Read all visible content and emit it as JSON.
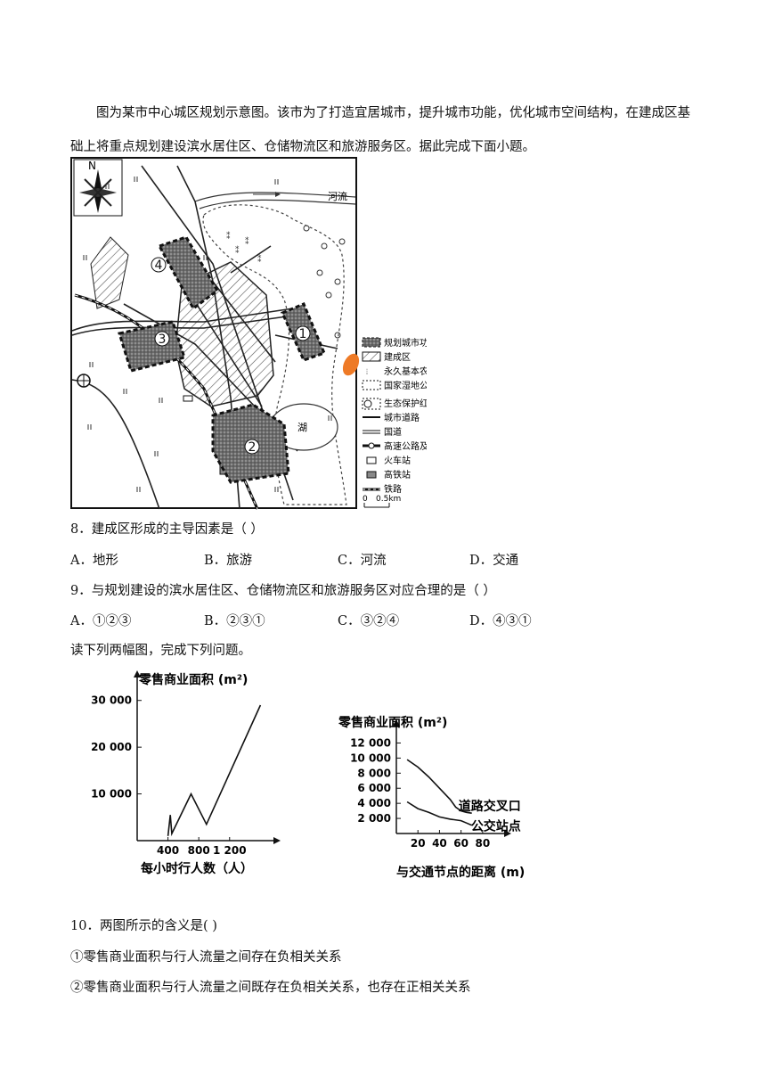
{
  "intro": "图为某市中心城区规划示意图。该市为了打造宜居城市，提升城市功能，优化城市空间结构，在建成区基础上将重点规划建设滨水居住区、仓储物流区和旅游服务区。据此完成下面小题。",
  "map": {
    "north_label": "N",
    "river_label": "河流",
    "lake_label": "湖",
    "zones": [
      "1",
      "2",
      "3",
      "4"
    ],
    "scale": {
      "zero": "0",
      "dist": "0.5km"
    },
    "legend": [
      "规划城市功能区",
      "建成区",
      "永久基本农田",
      "国家湿地公园",
      "生态保护红线范围",
      "城市道路",
      "国道",
      "高速公路及出入口",
      "火车站",
      "高铁站",
      "铁路"
    ]
  },
  "q8": {
    "stem": "8．建成区形成的主导因素是（    ）",
    "options": [
      "A．地形",
      "B．旅游",
      "C．河流",
      "D．交通"
    ]
  },
  "q9": {
    "stem": "9．与规划建设的滨水居住区、仓储物流区和旅游服务区对应合理的是（    ）",
    "options": [
      "A．①②③",
      "B．②③①",
      "C．③②④",
      "D．④③①"
    ]
  },
  "read_intro": "读下列两幅图，完成下列问题。",
  "chart_data": [
    {
      "type": "line",
      "ylabel": "零售商业面积 (m²)",
      "xlabel": "每小时行人数（人）",
      "x_ticks": [
        "400",
        "800",
        "1 200"
      ],
      "y_ticks": [
        "10 000",
        "20 000",
        "30 000"
      ],
      "xlim": [
        0,
        1700
      ],
      "ylim": [
        0,
        33000
      ],
      "series": [
        {
          "x": [
            400,
            430,
            450,
            700,
            900,
            1600
          ],
          "y": [
            1000,
            5500,
            1500,
            10000,
            3500,
            29000
          ]
        }
      ]
    },
    {
      "type": "line",
      "ylabel": "零售商业面积 (m²)",
      "xlabel": "与交通节点的距离 (m)",
      "x_ticks": [
        "20",
        "40",
        "60",
        "80"
      ],
      "y_ticks": [
        "2 000",
        "4 000",
        "6 000",
        "8 000",
        "10 000",
        "12 000"
      ],
      "xlim": [
        0,
        95
      ],
      "ylim": [
        0,
        13000
      ],
      "series": [
        {
          "name": "道路交叉口",
          "x": [
            10,
            20,
            30,
            40,
            50,
            55,
            60,
            65,
            70
          ],
          "y": [
            9800,
            8800,
            7500,
            6000,
            4500,
            3500,
            3000,
            2800,
            2700
          ]
        },
        {
          "name": "公交站点",
          "x": [
            10,
            20,
            30,
            40,
            50,
            60,
            65,
            70
          ],
          "y": [
            4200,
            3300,
            2800,
            2200,
            1900,
            1700,
            1400,
            1100
          ]
        }
      ]
    }
  ],
  "q10": {
    "stem": "10．两图所示的含义是(        )",
    "s1": "①零售商业面积与行人流量之间存在负相关关系",
    "s2": "②零售商业面积与行人流量之间既存在负相关关系，也存在正相关关系"
  }
}
